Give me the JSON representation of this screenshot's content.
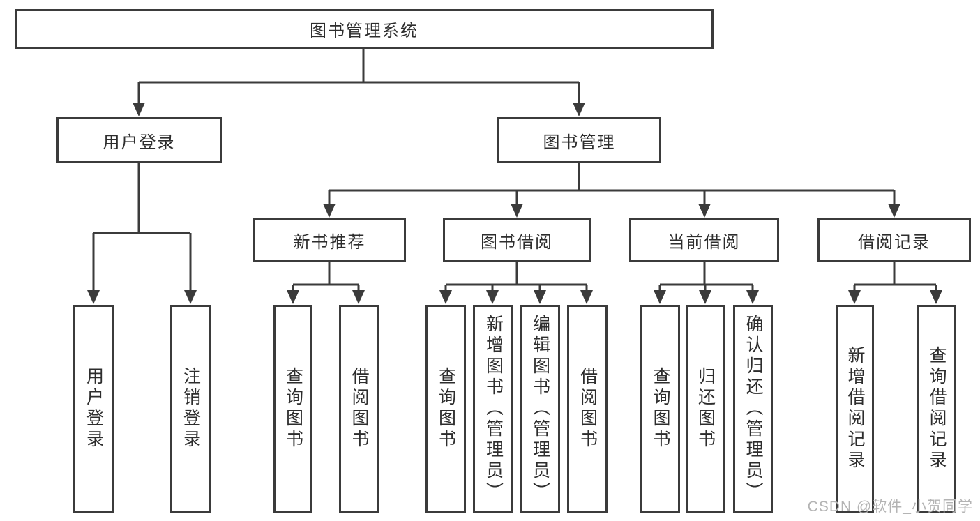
{
  "colors": {
    "line": "#3b3b3b",
    "text": "#2d2d2d",
    "watermark": "#b4b4b4",
    "background": "#ffffff"
  },
  "diagram": {
    "root": {
      "label": "图书管理系统"
    },
    "branches": [
      {
        "label": "用户登录",
        "children": [
          {
            "label": "用户登录"
          },
          {
            "label": "注销登录"
          }
        ]
      },
      {
        "label": "图书管理",
        "children": [
          {
            "label": "新书推荐",
            "children": [
              {
                "label": "查询图书"
              },
              {
                "label": "借阅图书"
              }
            ]
          },
          {
            "label": "图书借阅",
            "children": [
              {
                "label": "查询图书"
              },
              {
                "label": "新增图书（管理员）"
              },
              {
                "label": "编辑图书（管理员）"
              },
              {
                "label": "借阅图书"
              }
            ]
          },
          {
            "label": "当前借阅",
            "children": [
              {
                "label": "查询图书"
              },
              {
                "label": "归还图书"
              },
              {
                "label": "确认归还（管理员）"
              }
            ]
          },
          {
            "label": "借阅记录",
            "children": [
              {
                "label": "新增借阅记录"
              },
              {
                "label": "查询借阅记录"
              }
            ]
          }
        ]
      }
    ],
    "watermark": "CSDN @软件_小贺同学"
  }
}
